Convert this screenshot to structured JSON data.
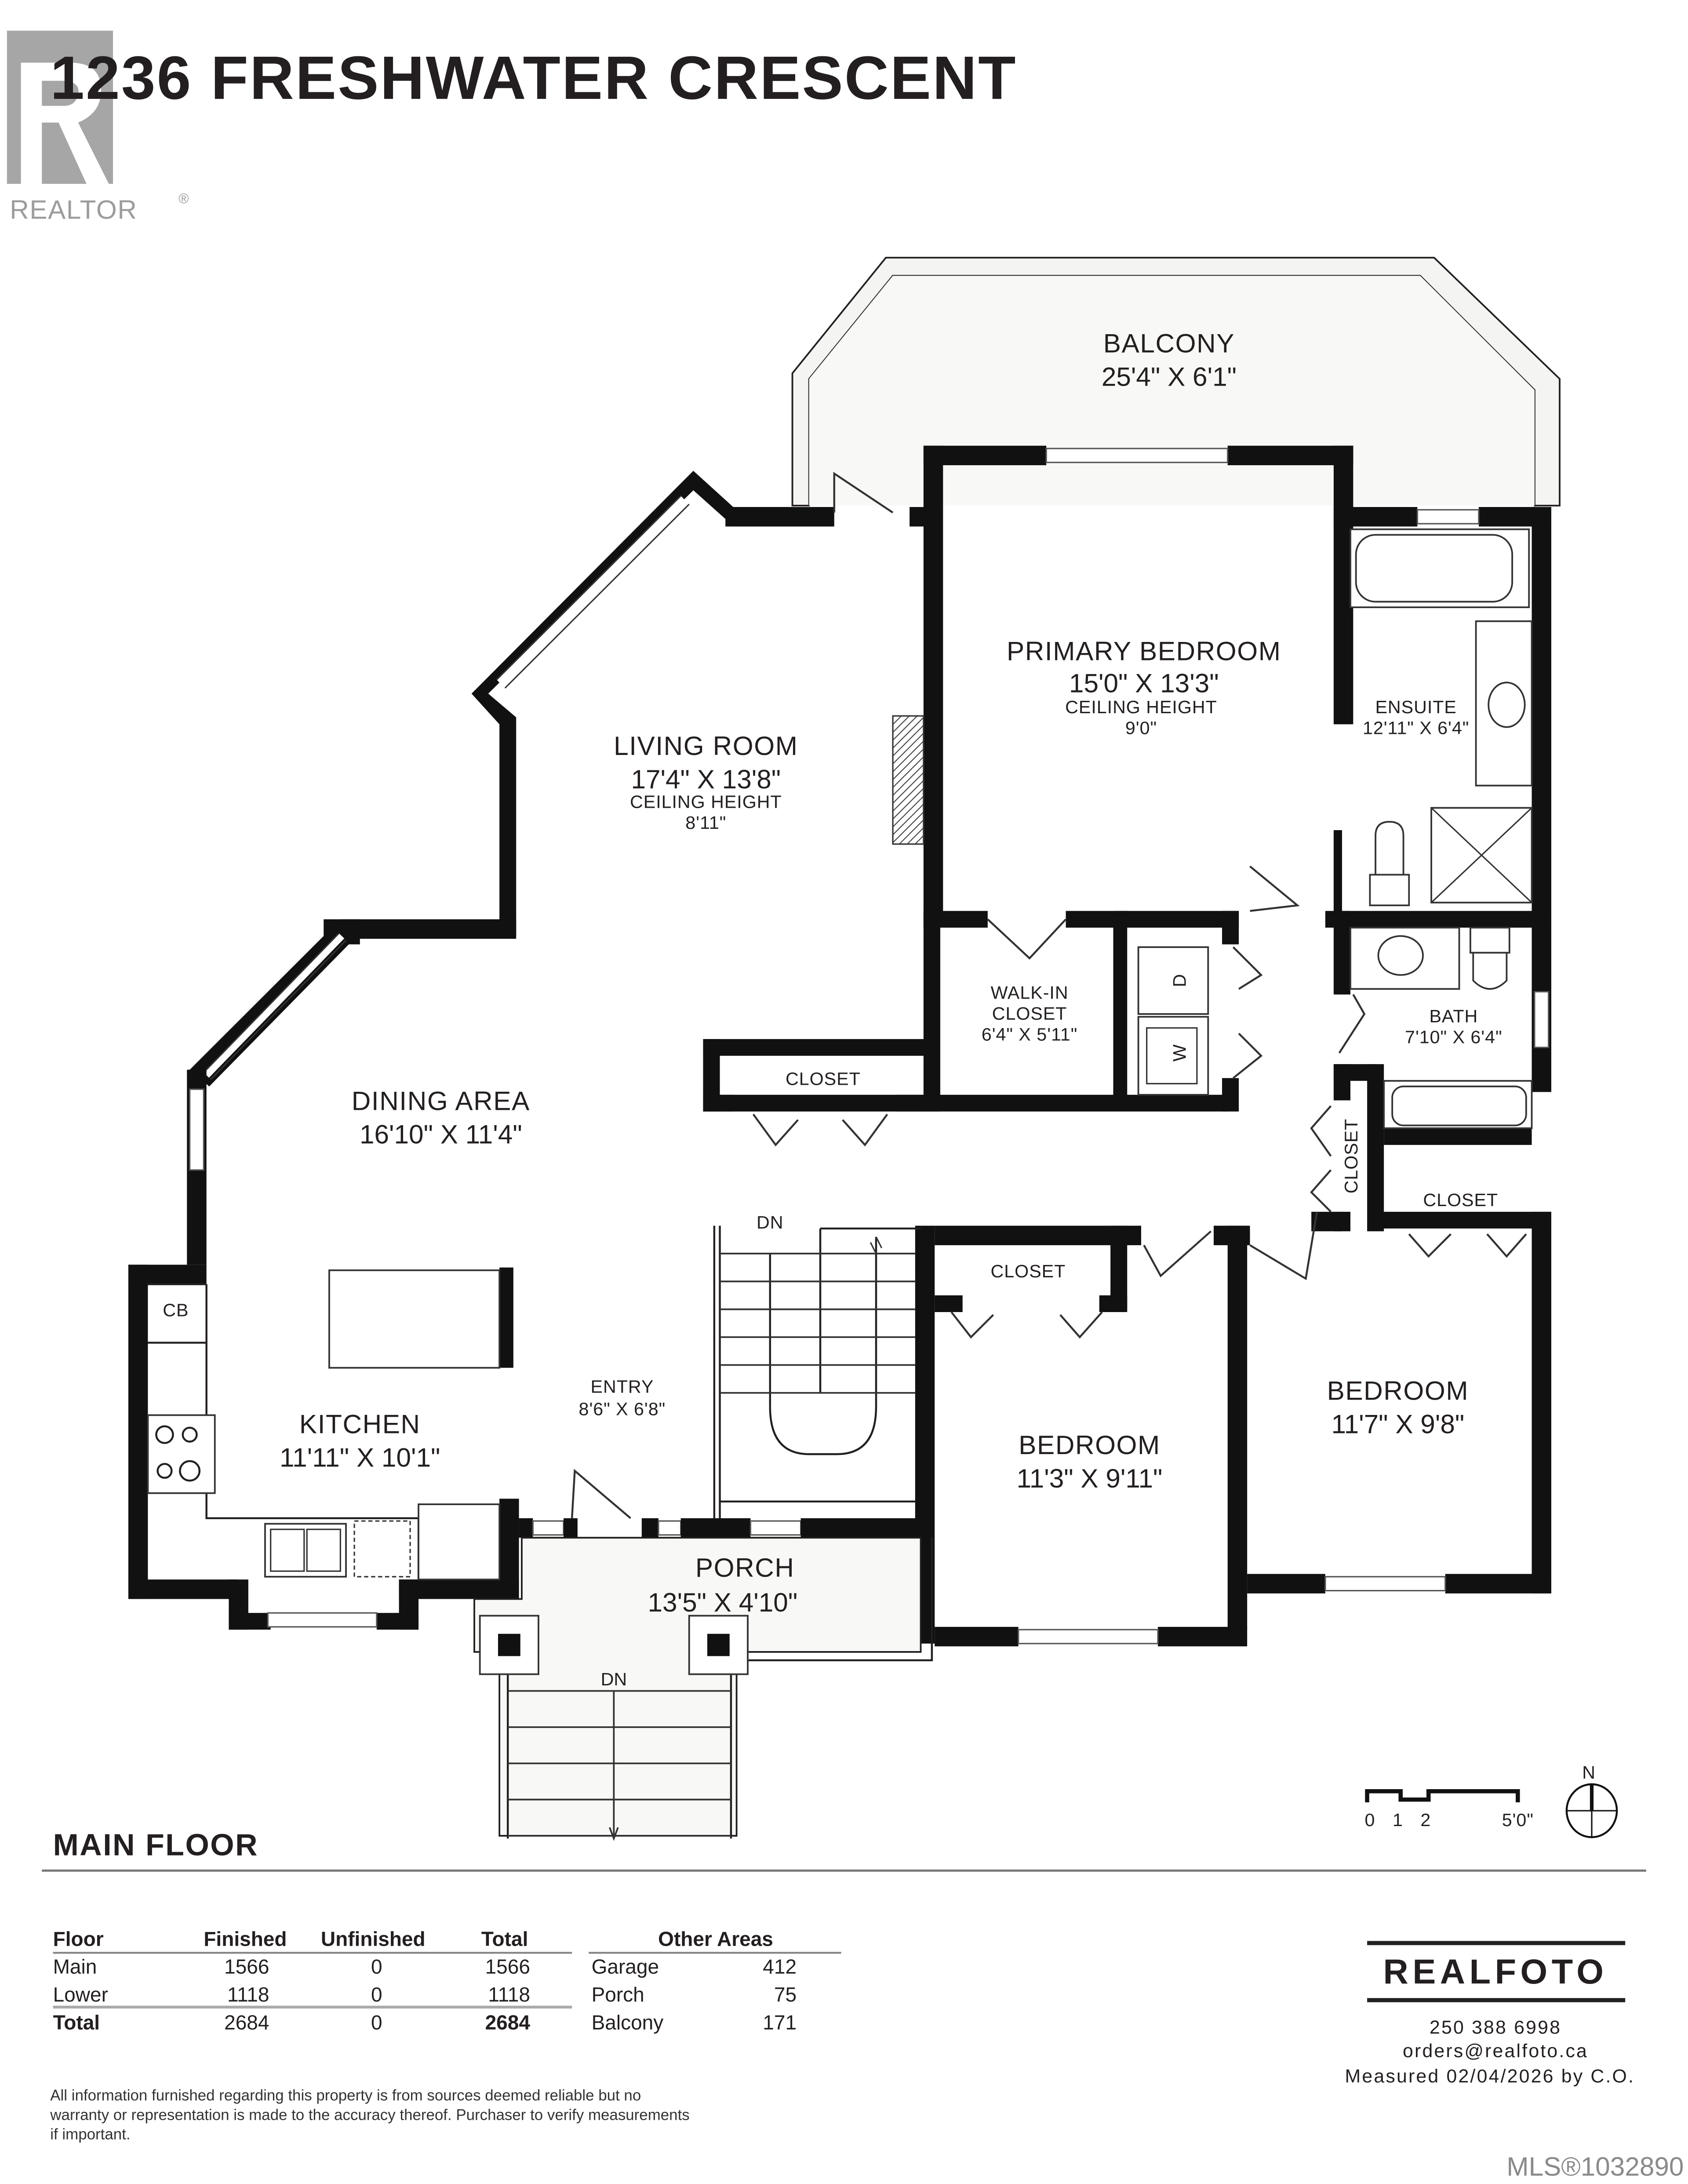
{
  "header": {
    "title": "1236 FRESHWATER CRESCENT",
    "realtor_logo_text": "REALTOR",
    "realtor_mark": "®"
  },
  "rooms": {
    "balcony": {
      "name": "BALCONY",
      "dims": "25'4\" X 6'1\""
    },
    "primary_bedroom": {
      "name": "PRIMARY BEDROOM",
      "dims": "15'0\" X 13'3\"",
      "ceiling_label": "CEILING HEIGHT",
      "ceiling": "9'0\""
    },
    "ensuite": {
      "name": "ENSUITE",
      "dims": "12'11\" X 6'4\""
    },
    "living_room": {
      "name": "LIVING ROOM",
      "dims": "17'4\" X 13'8\"",
      "ceiling_label": "CEILING HEIGHT",
      "ceiling": "8'11\""
    },
    "walk_in_closet": {
      "name_line1": "WALK-IN",
      "name_line2": "CLOSET",
      "dims": "6'4\" X 5'11\""
    },
    "bath": {
      "name": "BATH",
      "dims": "7'10\" X 6'4\""
    },
    "closet_hall": {
      "name": "CLOSET"
    },
    "closet_vertical": {
      "name": "CLOSET"
    },
    "closet_bath": {
      "name": "CLOSET"
    },
    "closet_bedroom": {
      "name": "CLOSET"
    },
    "dining_area": {
      "name": "DINING AREA",
      "dims": "16'10\" X 11'4\""
    },
    "kitchen": {
      "name": "KITCHEN",
      "dims": "11'11\" X 10'1\""
    },
    "cb": {
      "name": "CB"
    },
    "entry": {
      "name": "ENTRY",
      "dims": "8'6\" X 6'8\""
    },
    "stairs_down": {
      "label": "DN"
    },
    "bedroom_2": {
      "name": "BEDROOM",
      "dims": "11'3\" X 9'11\""
    },
    "bedroom_3": {
      "name": "BEDROOM",
      "dims": "11'7\" X 9'8\""
    },
    "porch": {
      "name": "PORCH",
      "dims": "13'5\" X 4'10\""
    },
    "porch_stairs": {
      "label": "DN"
    },
    "laundry": {
      "dryer": "D",
      "washer": "W"
    }
  },
  "scale_bar": {
    "ticks": [
      "0",
      "1",
      "2",
      "5'0\""
    ]
  },
  "compass": {
    "label": "N"
  },
  "floor_label": "MAIN FLOOR",
  "area_table": {
    "headers": [
      "Floor",
      "Finished",
      "Unfinished",
      "Total"
    ],
    "rows": [
      {
        "floor": "Main",
        "finished": "1566",
        "unfinished": "0",
        "total": "1566"
      },
      {
        "floor": "Lower",
        "finished": "1118",
        "unfinished": "0",
        "total": "1118"
      }
    ],
    "total_row": {
      "floor": "Total",
      "finished": "2684",
      "unfinished": "0",
      "total": "2684"
    }
  },
  "other_areas": {
    "header": "Other Areas",
    "rows": [
      {
        "name": "Garage",
        "value": "412"
      },
      {
        "name": "Porch",
        "value": "75"
      },
      {
        "name": "Balcony",
        "value": "171"
      }
    ]
  },
  "realfoto": {
    "logo": "REALFOTO",
    "phone": "250 388 6998",
    "email": "orders@realfoto.ca",
    "measured": "Measured 02/04/2026 by C.O."
  },
  "disclaimer": {
    "line1": "All information furnished regarding this property is from sources deemed reliable but no",
    "line2": "warranty or representation is made to the accuracy thereof. Purchaser to verify measurements",
    "line3": "if important."
  },
  "mls": "MLS®1032890",
  "colors": {
    "wall": "#111111",
    "text": "#231f20",
    "realtor_gray": "#9c9c9c",
    "exterior_fill": "#f7f7f5"
  }
}
